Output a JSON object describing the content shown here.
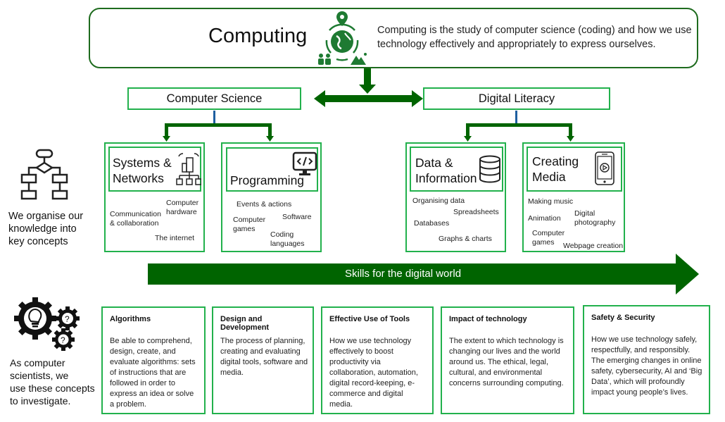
{
  "header": {
    "title": "Computing",
    "icon": "globe-community-icon",
    "description": "Computing is the study of computer science (coding) and how we use technology effectively and appropriately to express ourselves."
  },
  "branches": [
    {
      "label": "Computer Science",
      "concepts": [
        {
          "title_lines": [
            "Systems &",
            "Networks"
          ],
          "icon": "network-building-icon",
          "keywords": [
            "Computer hardware",
            "Communication & collaboration",
            "The internet"
          ]
        },
        {
          "title_lines": [
            "Programming"
          ],
          "icon": "code-monitor-icon",
          "keywords": [
            "Events & actions",
            "Software",
            "Computer games",
            "Coding languages"
          ]
        }
      ]
    },
    {
      "label": "Digital Literacy",
      "concepts": [
        {
          "title_lines": [
            "Data &",
            "Information"
          ],
          "icon": "database-icon",
          "keywords": [
            "Organising data",
            "Spreadsheets",
            "Databases",
            "Graphs & charts"
          ]
        },
        {
          "title_lines": [
            "Creating",
            "Media"
          ],
          "icon": "tablet-play-icon",
          "keywords": [
            "Making music",
            "Animation",
            "Digital photography",
            "Computer games",
            "Webpage creation"
          ]
        }
      ]
    }
  ],
  "side_notes": {
    "concepts_note_lines": [
      "We organise our",
      "knowledge into",
      "key concepts"
    ],
    "concepts_icon": "flowchart-icon",
    "investigate_note_lines": [
      "As computer",
      "scientists, we",
      "use these concepts",
      "to investigate."
    ],
    "investigate_icon": "gears-lightbulb-icon"
  },
  "skills_arrow": {
    "label": "Skills for the digital world"
  },
  "skills": [
    {
      "title": "Algorithms",
      "description": "Be able to comprehend, design, create, and evaluate algorithms: sets of instructions that are followed in order to express an idea or solve a problem."
    },
    {
      "title": "Design and Development",
      "description": "The process of planning, creating and evaluating digital tools, software and media."
    },
    {
      "title": "Effective Use of Tools",
      "description": "How we use technology effectively to boost productivity via collaboration, automation, digital record-keeping, e-commerce and digital media."
    },
    {
      "title": "Impact of technology",
      "description": "The extent to which technology is changing our lives and the world around us. The ethical, legal, cultural, and environmental concerns surrounding computing."
    },
    {
      "title": "Safety & Security",
      "description": "How we use technology safely, respectfully, and responsibly. The emerging changes in online safety, cybersecurity, AI and ‘Big Data’, which will profoundly impact young people’s lives."
    }
  ],
  "colors": {
    "dark_green": "#006400",
    "box_border_green": "#22b14c"
  }
}
